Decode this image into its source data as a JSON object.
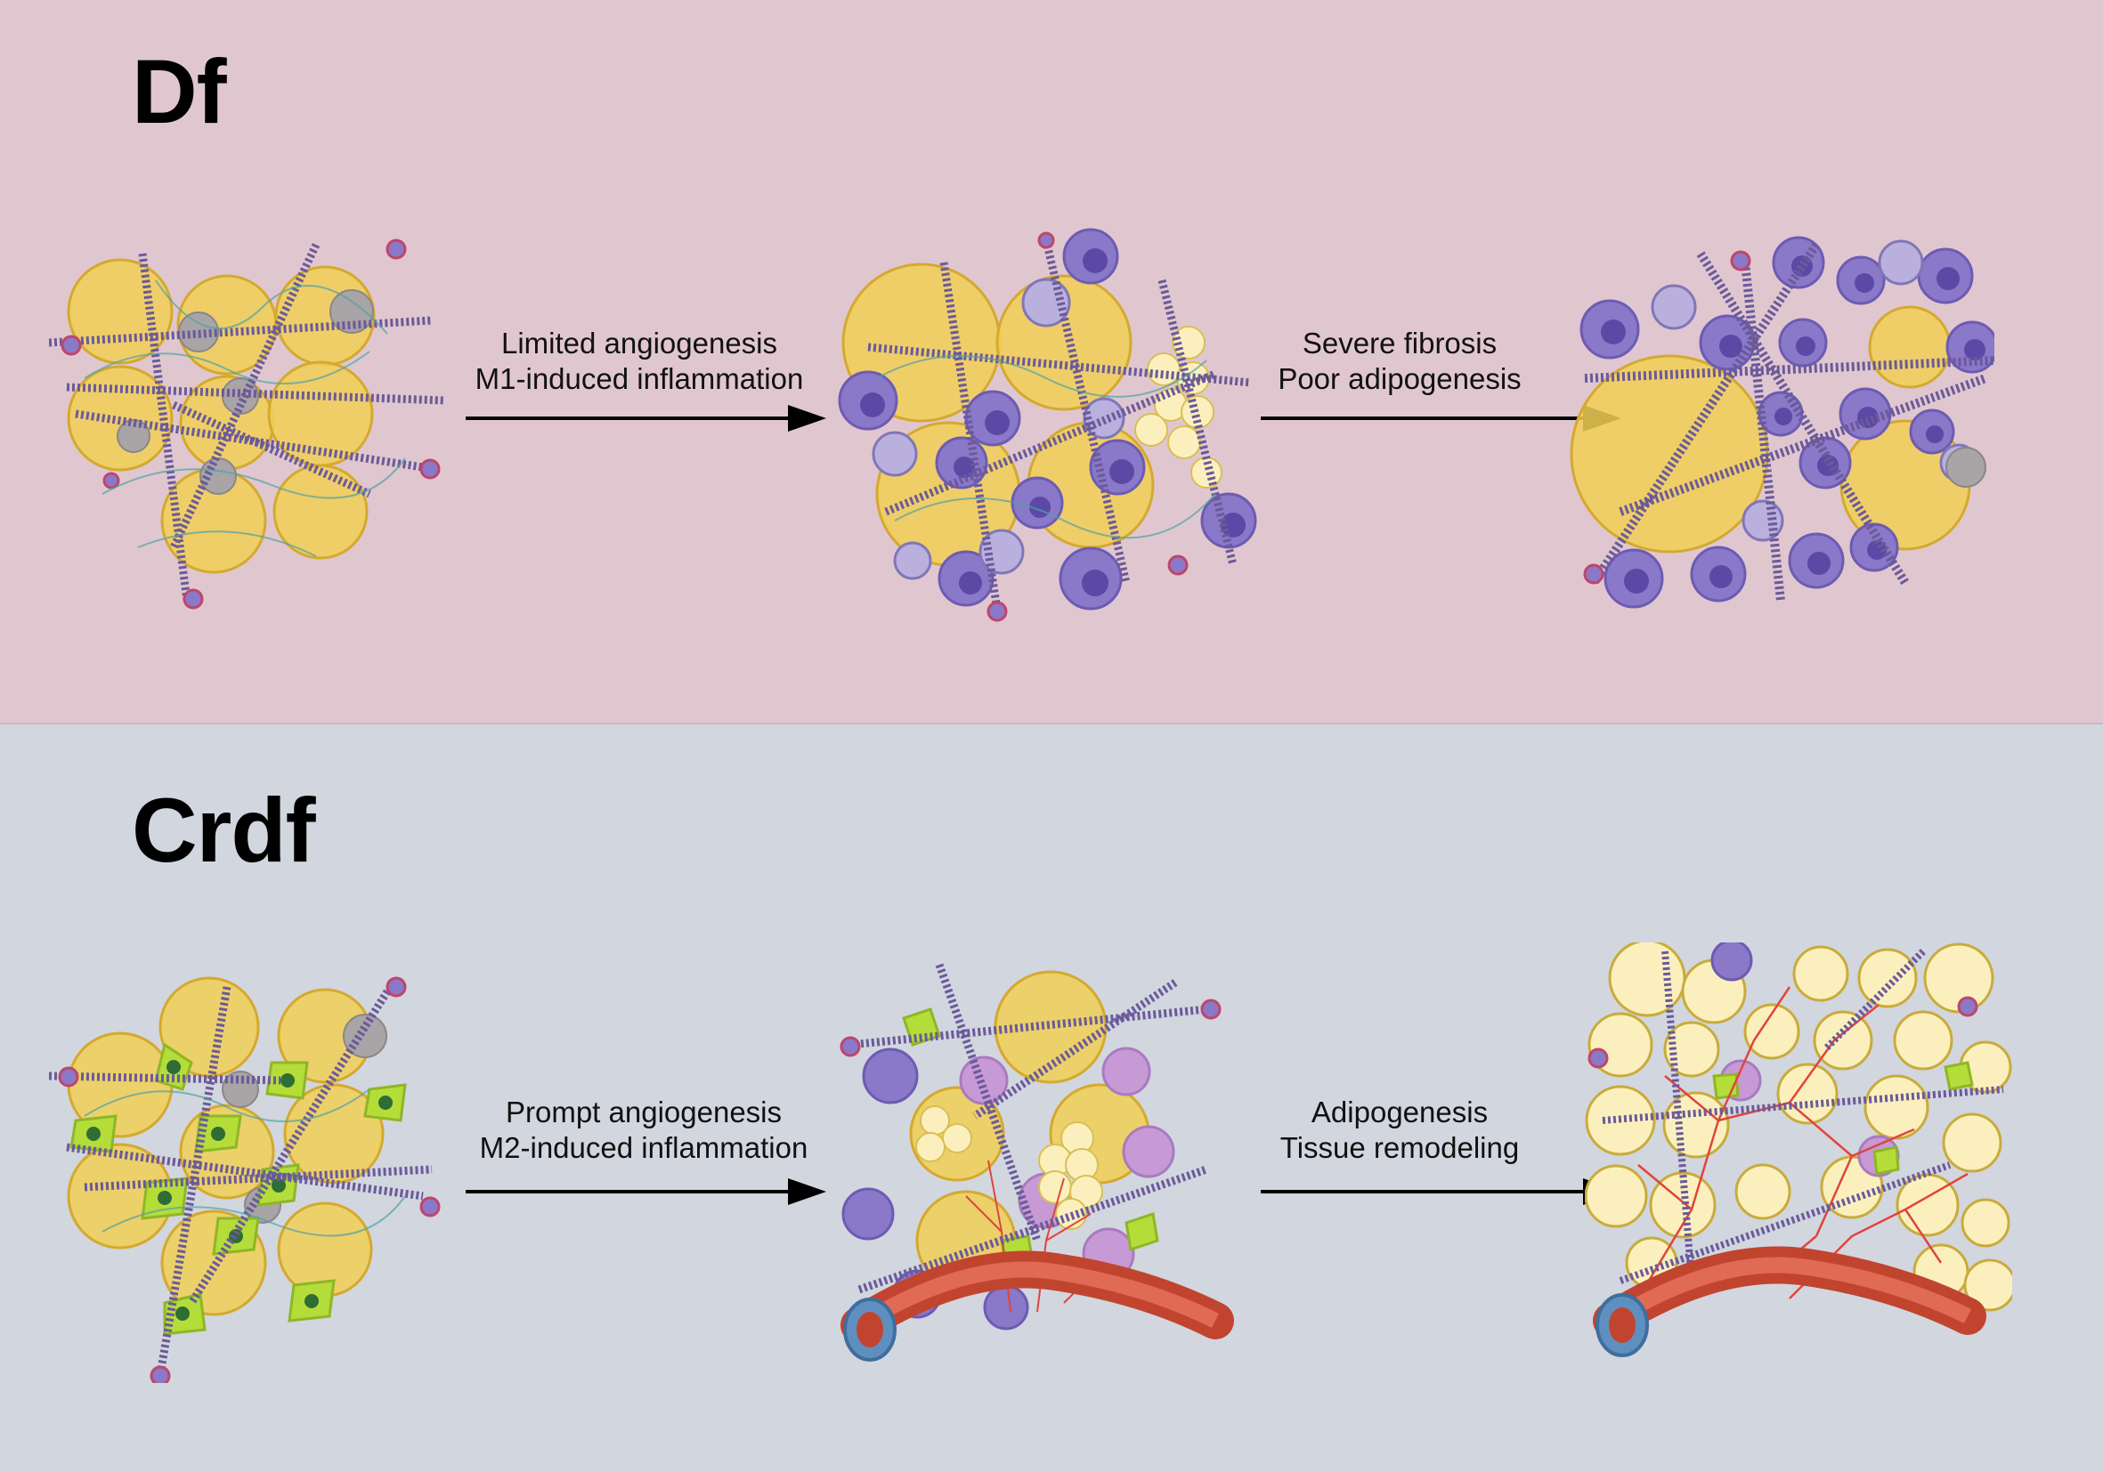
{
  "colors": {
    "top_bg": "#e0c7cf",
    "bottom_bg": "#d2d6df",
    "adipocyte": "#f1cf55",
    "macrophage": "#8a78c9",
    "macrophage_nucleus": "#5c49a6",
    "fibroblast": "#b4dd3a",
    "collagen": "#6b5a9a",
    "vessel": "#c1442f",
    "capillary": "#e0453c",
    "new_adipocyte": "#fbf0bd"
  },
  "panels": [
    {
      "label": "Df",
      "transitions": [
        {
          "line1": "Limited angiogenesis",
          "line2": "M1-induced inflammation"
        },
        {
          "line1": "Severe fibrosis",
          "line2": "Poor adipogenesis"
        }
      ]
    },
    {
      "label": "Crdf",
      "transitions": [
        {
          "line1": "Prompt angiogenesis",
          "line2": "M2-induced inflammation"
        },
        {
          "line1": "Adipogenesis",
          "line2": "Tissue remodeling"
        }
      ]
    }
  ]
}
